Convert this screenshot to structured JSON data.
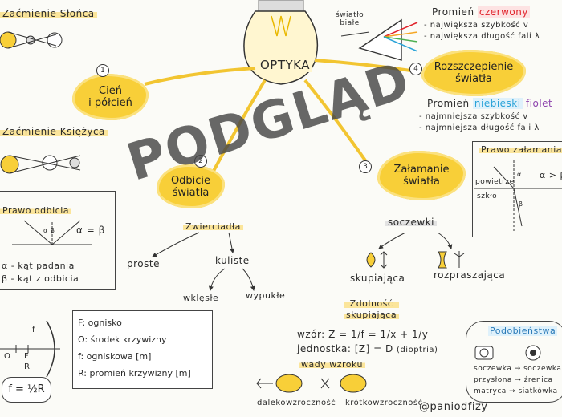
{
  "center": {
    "title": "OPTYKA"
  },
  "topics": {
    "t1": {
      "num": "1",
      "line1": "Cień",
      "line2": "i półcień"
    },
    "t2": {
      "num": "2",
      "line1": "Odbicie",
      "line2": "światła"
    },
    "t3": {
      "num": "3",
      "line1": "Załamanie",
      "line2": "światła"
    },
    "t4": {
      "num": "4",
      "line1": "Rozszczepienie",
      "line2": "światła"
    }
  },
  "left": {
    "zacmienie_slonca": "Zaćmienie Słońca",
    "zacmienie_ksiezyca": "Zaćmienie Księżyca",
    "prawo_odbicia": "Prawo odbicia",
    "alpha_beta_small": "α β",
    "alpha_eq_beta": "α = β",
    "kat_padania": "α - kąt padania",
    "kat_odbicia": "β - kąt z odbicia",
    "formula_f": "f = ½R",
    "lbl_o": "O",
    "lbl_F": "F",
    "lbl_f": "f",
    "lbl_R": "R"
  },
  "mirrors": {
    "heading": "Zwierciadła",
    "proste": "proste",
    "kuliste": "kuliste",
    "wklesle": "wklęsłe",
    "wypukle": "wypukłe"
  },
  "legend": [
    "F: ognisko",
    "O: środek krzywizny",
    "f: ogniskowa [m]",
    "R: promień krzywizny [m]"
  ],
  "dispersion": {
    "swiatlo": "światło",
    "biale": "białe",
    "czerwony_prefix": "Promień",
    "czerwony": "czerwony",
    "czerwony_1": "- największa szybkość v",
    "czerwony_2": "- największa długość fali λ",
    "niebieski_prefix": "Promień",
    "niebieski": "niebieski",
    "niebieski_fiolet": "fiolet",
    "niebieski_1": "- najmniejsza szybkość v",
    "niebieski_2": "- najmniejsza długość fali λ"
  },
  "refraction": {
    "prawo": "Prawo załamania",
    "powietrze": "powietrze",
    "szklo": "szkło",
    "alpha_gt_beta": "α > β",
    "alpha": "α",
    "beta": "β"
  },
  "lenses": {
    "heading": "soczewki",
    "skupiajaca": "skupiająca",
    "rozpraszajaca": "rozpraszająca",
    "zdolnosc": "Zdolność",
    "skupiajaca2": "skupiająca",
    "wzor_label": "wzór:",
    "wzor": "Z = 1/f = 1/x + 1/y",
    "jednostka_label": "jednostka:",
    "jednostka": "[Z] = D",
    "dioptria": "(dioptria)",
    "wady": "wady wzroku",
    "dalekowzrocznosc": "dalekowzroczność",
    "krotkowzrocznosc": "krótkowzroczność"
  },
  "eye": {
    "heading": "Podobieństwa",
    "rows": [
      {
        "a": "soczewka",
        "b": "soczewka"
      },
      {
        "a": "przysłona",
        "b": "źrenica"
      },
      {
        "a": "matryca",
        "b": "siatkówka"
      }
    ]
  },
  "signature": "@paniodfizy",
  "watermark": "PODGLĄD",
  "colors": {
    "yellow": "#f8cf38",
    "red": "#e0222a",
    "blue": "#2aa3d8",
    "ink": "#2a2a2a"
  }
}
